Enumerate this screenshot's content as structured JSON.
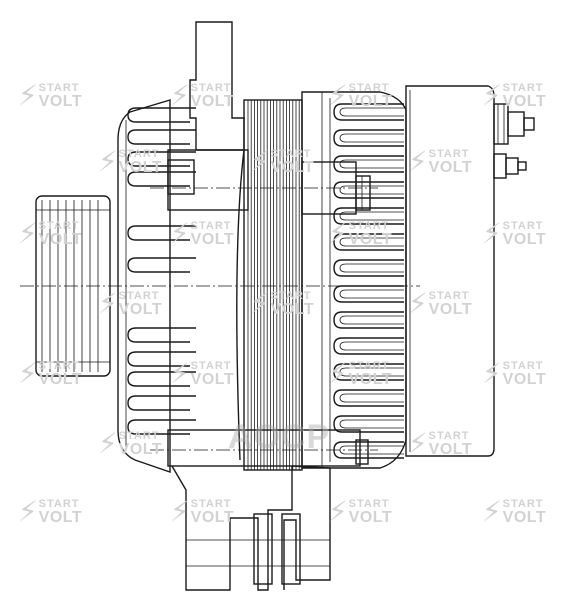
{
  "watermark": {
    "line1": "START",
    "line2": "VOLT",
    "icon": "lightning-bolt-icon"
  },
  "logo": {
    "text": "AOCP",
    "color": "#b0b0b0"
  },
  "colors": {
    "line": "#1a1a1a",
    "watermark": "#d2d2d2",
    "background": "#ffffff"
  }
}
